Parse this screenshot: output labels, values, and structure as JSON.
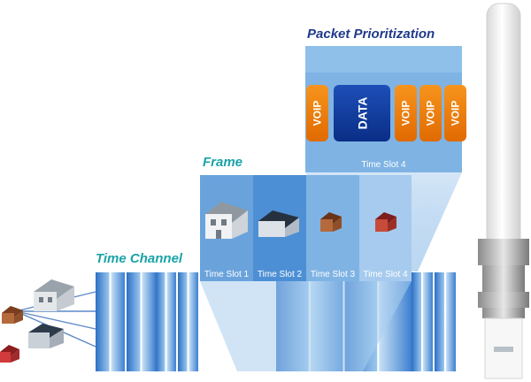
{
  "titles": {
    "packet_prioritization": "Packet Prioritization",
    "frame": "Frame",
    "time_channel": "Time Channel"
  },
  "frame_slots": [
    "Time Slot 1",
    "Time Slot 2",
    "Time Slot 3",
    "Time Slot 4"
  ],
  "expanded_slot_label": "Time Slot 4",
  "packets": [
    {
      "label": "VOIP",
      "kind": "voip"
    },
    {
      "label": "DATA",
      "kind": "data"
    },
    {
      "label": "VOIP",
      "kind": "voip"
    },
    {
      "label": "VOIP",
      "kind": "voip"
    },
    {
      "label": "VOIP",
      "kind": "voip"
    }
  ],
  "colors": {
    "title_blue": "#1f3a8a",
    "teal": "#1aa3a8",
    "voip_orange": "#f7941d",
    "data_blue": "#0a2e86",
    "roof_red": "#c0392b"
  }
}
